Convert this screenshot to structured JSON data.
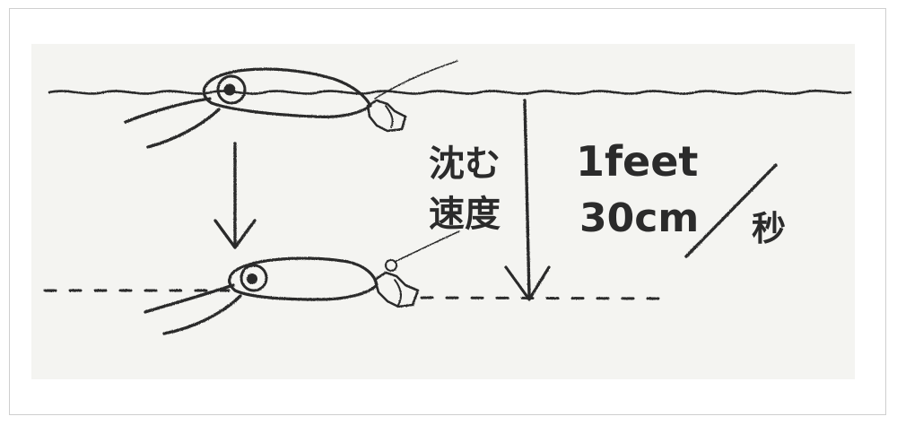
{
  "labels": {
    "speed_line1": "沈む",
    "speed_line2": "速度",
    "rate_top": "1feet",
    "rate_bottom": "30cm",
    "per_second": "秒"
  }
}
